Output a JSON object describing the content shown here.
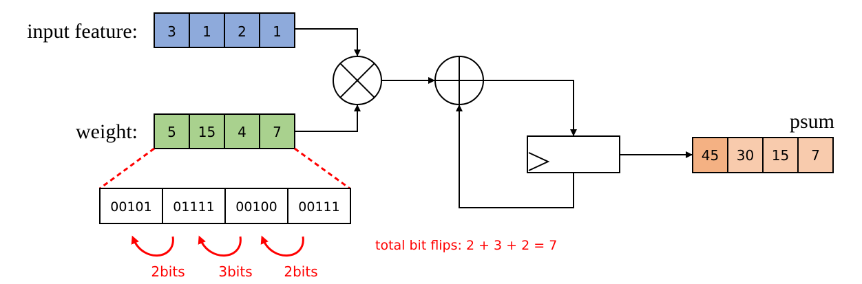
{
  "labels": {
    "input_feature": "input feature:",
    "weight": "weight:",
    "psum": "psum"
  },
  "input_feature": [
    "3",
    "1",
    "2",
    "1"
  ],
  "weight": [
    "5",
    "15",
    "4",
    "7"
  ],
  "weight_bits": [
    "00101",
    "01111",
    "00100",
    "00111"
  ],
  "flip_labels": [
    "2bits",
    "3bits",
    "2bits"
  ],
  "psum": [
    "45",
    "30",
    "15",
    "7"
  ],
  "total_bit_flips": "total bit flips: 2 + 3 + 2 = 7",
  "colors": {
    "input_fill": "#8eaadb",
    "weight_fill": "#a9d18e",
    "psum_first_fill": "#f4b183",
    "psum_fill": "#f8cbad",
    "annotation": "#ff0000",
    "stroke": "#000000"
  }
}
